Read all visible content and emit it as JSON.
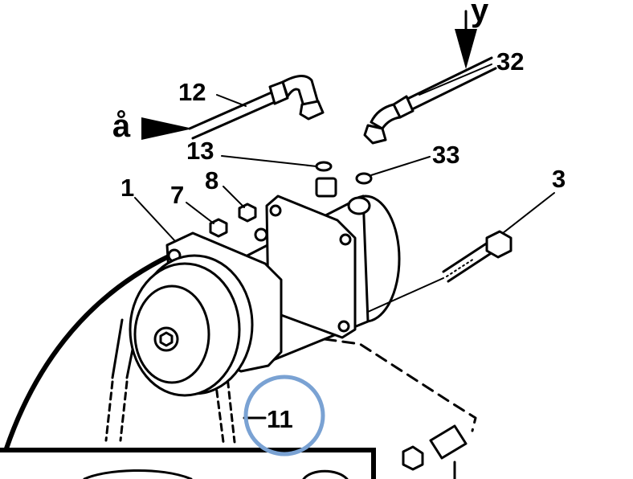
{
  "callouts": {
    "y": "y",
    "a": "å",
    "c12": "12",
    "c32": "32",
    "c13": "13",
    "c33": "33",
    "c8": "8",
    "c3": "3",
    "c1": "1",
    "c7": "7",
    "c11": "11"
  },
  "highlight": {
    "color": "#7aa2d3"
  }
}
